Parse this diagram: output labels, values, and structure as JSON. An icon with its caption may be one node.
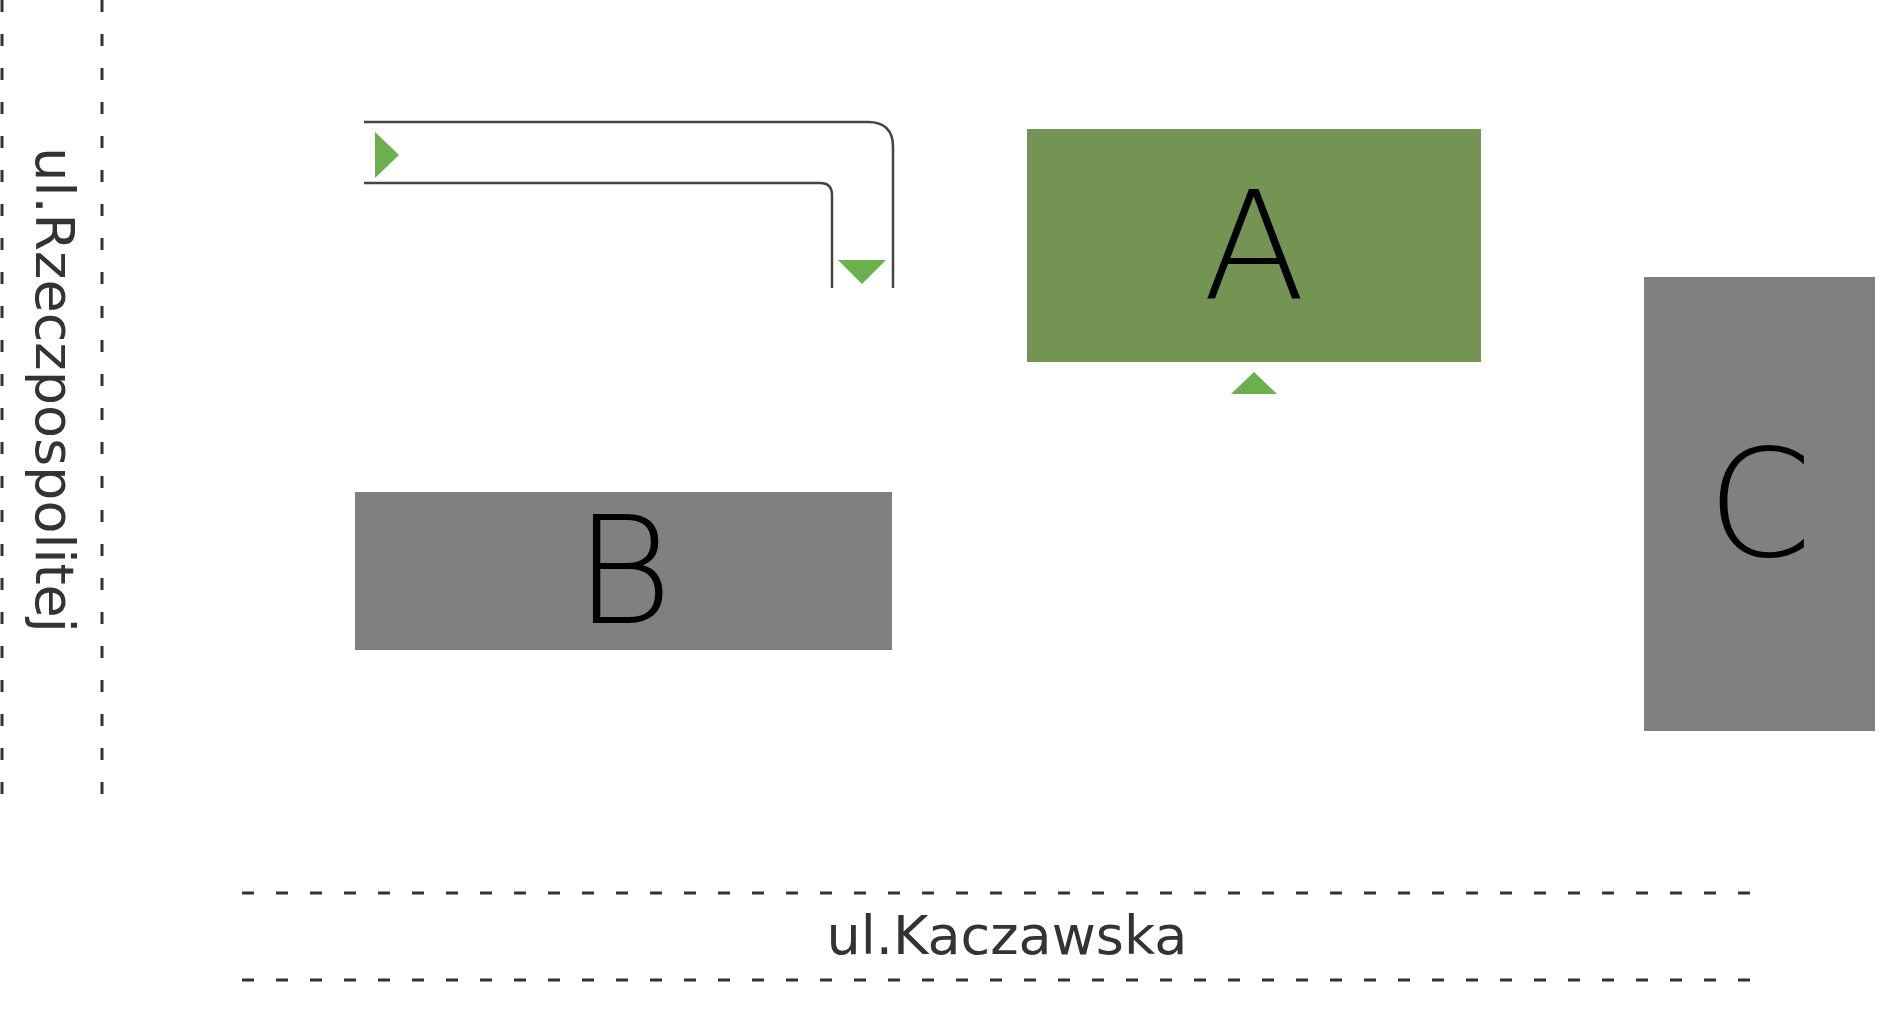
{
  "diagram": {
    "nodes": [
      {
        "text": [
          "A"
        ]
      },
      {
        "text": [
          "B"
        ]
      },
      {
        "text": [
          "C"
        ]
      }
    ],
    "labels": [
      "ul.Rzeczpospolitej",
      "ul.Kaczawska"
    ]
  }
}
